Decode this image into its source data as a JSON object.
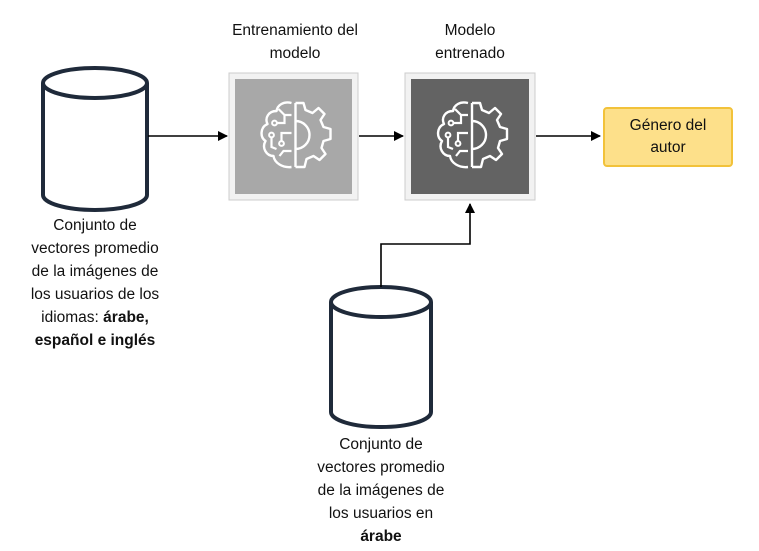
{
  "training": {
    "title_line1": "Entrenamiento del",
    "title_line2": "modelo"
  },
  "trained": {
    "title_line1": "Modelo",
    "title_line2": "entrenado"
  },
  "output": {
    "line1": "Género del",
    "line2": "autor"
  },
  "dataset_multi": {
    "line1": "Conjunto de",
    "line2": "vectores promedio",
    "line3": "de la imágenes de",
    "line4": "los usuarios de los",
    "line5_prefix": "idiomas: ",
    "line5_bold": "árabe,",
    "line6_bold": "español e inglés"
  },
  "dataset_arabic": {
    "line1": "Conjunto de",
    "line2": "vectores promedio",
    "line3": "de la imágenes de",
    "line4": "los usuarios en",
    "line5_bold": "árabe"
  },
  "colors": {
    "training_box": "#a8a8a8",
    "trained_box": "#636363",
    "output_fill": "#fde08a",
    "output_border": "#f2c23a",
    "cylinder_stroke": "#1f2a3a"
  },
  "icons": {
    "model_icon": "brain-gear-icon"
  }
}
